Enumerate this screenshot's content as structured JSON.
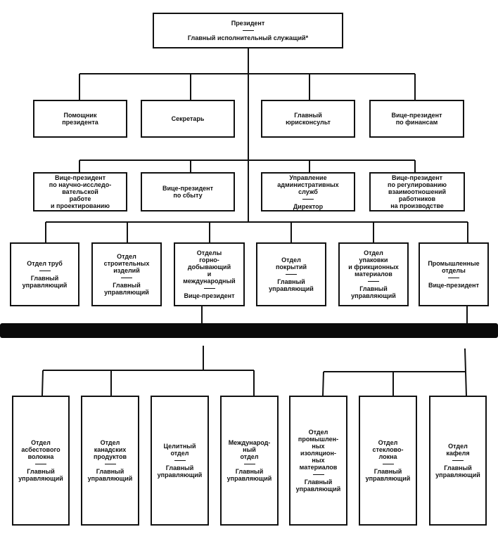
{
  "top": {
    "title": "Президент",
    "subtitle": "Главный исполнительный служащий*"
  },
  "row1": [
    {
      "title": "Помощник\nпрезидента"
    },
    {
      "title": "Секретарь"
    },
    {
      "title": "Главный\nюрисконсульт"
    },
    {
      "title": "Вице-президент\nпо финансам"
    }
  ],
  "row2": [
    {
      "title": "Вице-президент\nпо научно-исследо-\nвательской\nработе\nи проектированию"
    },
    {
      "title": "Вице-президент\nпо сбыту"
    },
    {
      "title": "Управление\nадминистративных\nслужб",
      "subtitle": "Директор"
    },
    {
      "title": "Вице-президент\nпо регулированию\nвзаимоотношений\nработников\nна производстве"
    }
  ],
  "row3": [
    {
      "title": "Отдел труб",
      "subtitle": "Главный\nуправляющий"
    },
    {
      "title": "Отдел\nстроительных\nизделий",
      "subtitle": "Главный\nуправляющий"
    },
    {
      "title": "Отделы\nгорно-\nдобывающий\nи\nмеждународный",
      "subtitle": "Вице-президент"
    },
    {
      "title": "Отдел\nпокрытий",
      "subtitle": "Главный\nуправляющий"
    },
    {
      "title": "Отдел\nупаковки\nи фрикционных\nматериалов",
      "subtitle": "Главный\nуправляющий"
    },
    {
      "title": "Промышленные\nотделы",
      "subtitle": "Вице-президент"
    }
  ],
  "row4": [
    {
      "title": "Отдел\nасбестового\nволокна",
      "subtitle": "Главный\nуправляющий"
    },
    {
      "title": "Отдел\nканадских\nпродуктов",
      "subtitle": "Главный\nуправляющий"
    },
    {
      "title": "Целитный\nотдел",
      "subtitle": "Главный\nуправляющий"
    },
    {
      "title": "Международ-\nный\nотдел",
      "subtitle": "Главный\nуправляющий"
    },
    {
      "title": "Отдел\nпромышлен-\nных\nизоляцион-\nных\nматериалов",
      "subtitle": "Главный\nуправляющий"
    },
    {
      "title": "Отдел\nстеклово-\nлокна",
      "subtitle": "Главный\nуправляющий"
    },
    {
      "title": "Отдел\nкафеля",
      "subtitle": "Главный\nуправляющий"
    }
  ]
}
